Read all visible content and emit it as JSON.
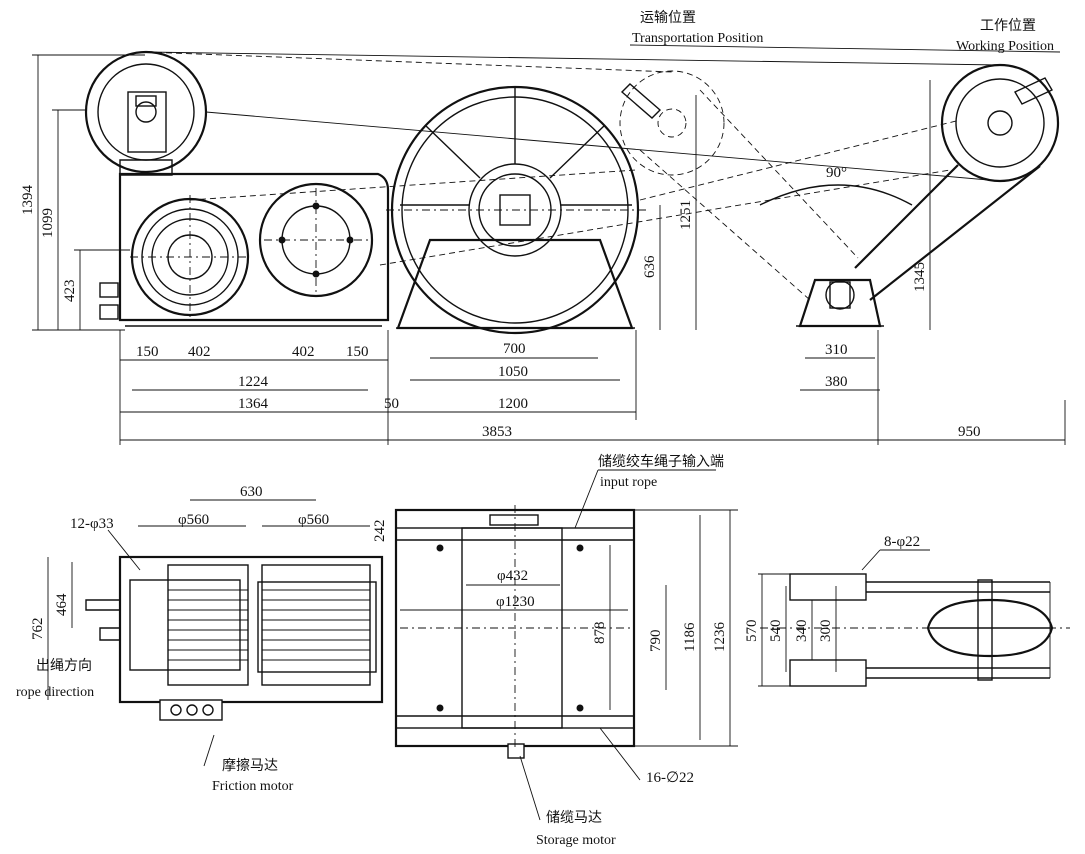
{
  "labels": {
    "transport_cn": "运输位置",
    "transport_en": "Transportation Position",
    "working_cn": "工作位置",
    "working_en": "Working Position",
    "angle": "90°",
    "input_rope_cn": "储缆绞车绳子输入端",
    "input_rope_en": "input rope",
    "rope_dir_cn": "出绳方向",
    "rope_dir_en": "rope direction",
    "friction_cn": "摩擦马达",
    "friction_en": "Friction motor",
    "storage_cn": "储缆马达",
    "storage_en": "Storage motor"
  },
  "dims": {
    "d1394": "1394",
    "d1099": "1099",
    "d423": "423",
    "d150a": "150",
    "d402a": "402",
    "d402b": "402",
    "d150b": "150",
    "d1224": "1224",
    "d1364": "1364",
    "d50": "50",
    "d700": "700",
    "d1050": "1050",
    "d1200": "1200",
    "d1251": "1251",
    "d636": "636",
    "d1345": "1345",
    "d310": "310",
    "d380": "380",
    "d3853": "3853",
    "d950": "950",
    "d630": "630",
    "d12phi33": "12-φ33",
    "dphi560a": "φ560",
    "dphi560b": "φ560",
    "d242": "242",
    "d464": "464",
    "d762": "762",
    "dphi432": "φ432",
    "dphi1230": "φ1230",
    "d878": "878",
    "d790": "790",
    "d1186": "1186",
    "d1236": "1236",
    "d16phi22": "16-∅22",
    "d8phi22": "8-φ22",
    "d570": "570",
    "d540": "540",
    "d340": "340",
    "d300": "300"
  }
}
